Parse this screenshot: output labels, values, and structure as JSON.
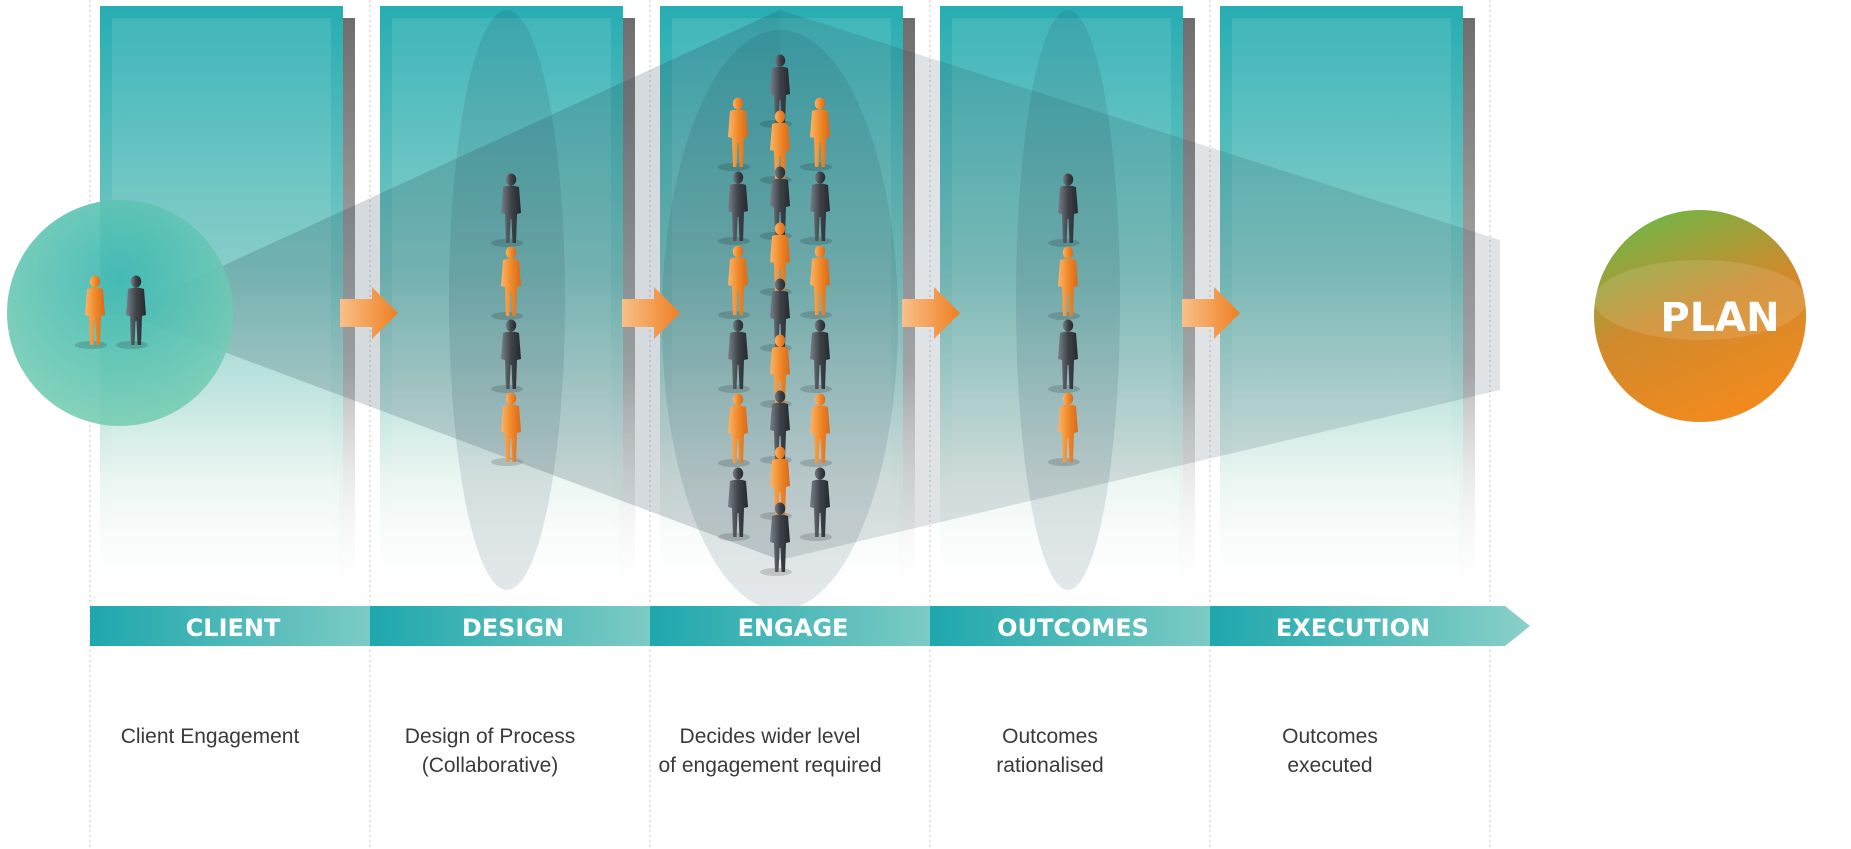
{
  "stages": [
    {
      "name": "CLIENT",
      "description": [
        "Client Engagement"
      ]
    },
    {
      "name": "DESIGN",
      "description": [
        "Design of Process",
        "(Collaborative)"
      ]
    },
    {
      "name": "ENGAGE",
      "description": [
        "Decides wider level",
        "of engagement required"
      ]
    },
    {
      "name": "OUTCOMES",
      "description": [
        "Outcomes",
        "rationalised"
      ]
    },
    {
      "name": "EXECUTION",
      "description": [
        "Outcomes",
        "executed"
      ]
    }
  ],
  "plan": {
    "label": "PLAN"
  },
  "colors": {
    "teal": "#27adb2",
    "orange": "#f08a2a",
    "green": "#7ab648",
    "figure_dark": "#3f444a",
    "text": "#3a3a3a"
  },
  "figures": {
    "client": [
      "orange",
      "dark"
    ],
    "design": [
      "dark",
      "orange",
      "dark",
      "orange"
    ],
    "engage": [
      [
        "orange",
        "dark",
        "orange",
        "dark",
        "orange",
        "dark"
      ],
      [
        "dark",
        "orange",
        "dark",
        "orange",
        "dark",
        "orange",
        "dark",
        "orange",
        "dark"
      ],
      [
        "orange",
        "dark",
        "orange",
        "dark",
        "orange",
        "dark"
      ]
    ],
    "outcomes": [
      "dark",
      "orange",
      "dark",
      "orange"
    ]
  },
  "icons": {
    "arrow": "chevron-right-arrow-icon",
    "person": "person-figure-icon"
  }
}
